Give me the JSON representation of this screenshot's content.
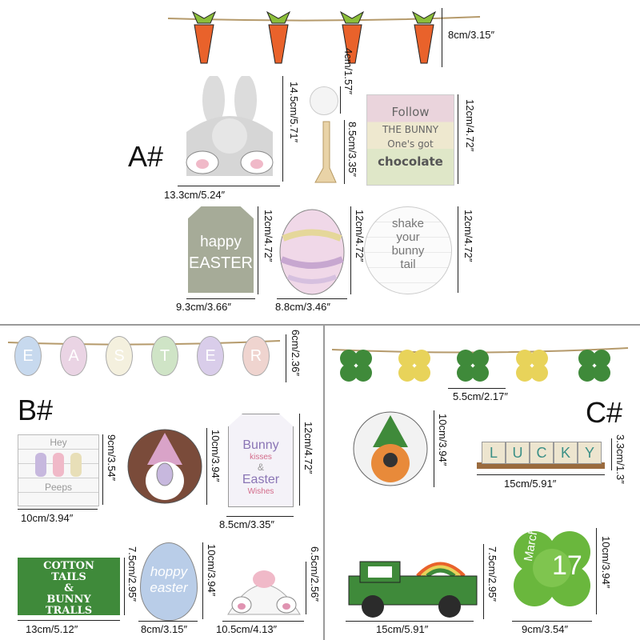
{
  "sections": {
    "a": {
      "label": "A#",
      "garland_height": "8cm/3.15″",
      "bunny_width": "13.3cm/5.24″",
      "bunny_height": "14.5cm/5.71″",
      "circle_height": "4cm/1.57″",
      "stand_height": "8.5cm/3.35″",
      "follow_height": "12cm/4.72″",
      "tag_width": "9.3cm/3.66″",
      "tag_height": "12cm/4.72″",
      "egg_width": "8.8cm/3.46″",
      "egg_height": "12cm/4.72″",
      "round_height": "12cm/4.72″",
      "follow_text": [
        "Follow",
        "THE BUNNY",
        "One's got",
        "chocolate"
      ],
      "tag_text": [
        "happy",
        "EASTER"
      ],
      "round_text": [
        "shake",
        "your",
        "bunny",
        "tail"
      ]
    },
    "b": {
      "label": "B#",
      "easter_letters": [
        "E",
        "A",
        "S",
        "T",
        "E",
        "R"
      ],
      "garland_height": "6cm/2.36″",
      "peeps_width": "10cm/3.94″",
      "peeps_height": "9cm/3.54″",
      "peeps_text": [
        "Hey",
        "Peeps"
      ],
      "gnome_height": "10cm/3.94″",
      "tag_width": "8.5cm/3.35″",
      "tag_height": "12cm/4.72″",
      "tag_text": [
        "Bunny",
        "kisses",
        "&",
        "Easter",
        "Wishes"
      ],
      "sign_width": "13cm/5.12″",
      "sign_height": "7.5cm/2.95″",
      "sign_text": [
        "COTTON",
        "TAILS",
        "&",
        "BUNNY",
        "TRALLS"
      ],
      "egg_width": "8cm/3.15″",
      "egg_height": "10cm/3.94″",
      "egg_text": [
        "hoppy",
        "easter"
      ],
      "tail_width": "10.5cm/4.13″",
      "tail_height": "6.5cm/2.56″"
    },
    "c": {
      "label": "C#",
      "clover_width": "5.5cm/2.17″",
      "gnome_height": "10cm/3.94″",
      "lucky_letters": [
        "L",
        "U",
        "C",
        "K",
        "Y"
      ],
      "lucky_width": "15cm/5.91″",
      "lucky_height": "3.3cm/1.3″",
      "truck_width": "15cm/5.91″",
      "truck_height": "7.5cm/2.95″",
      "shamrock_width": "9cm/3.54″",
      "shamrock_height": "10cm/3.94″",
      "shamrock_text": [
        "March",
        "17"
      ]
    }
  },
  "colors": {
    "carrot": "#e9622b",
    "carrot_leaf": "#8cbf3a",
    "sage": "#a6ab98",
    "pink": "#f0b9c8",
    "lavender": "#c7b8de",
    "green": "#3f8a3a",
    "yellow": "#e8d35a"
  }
}
